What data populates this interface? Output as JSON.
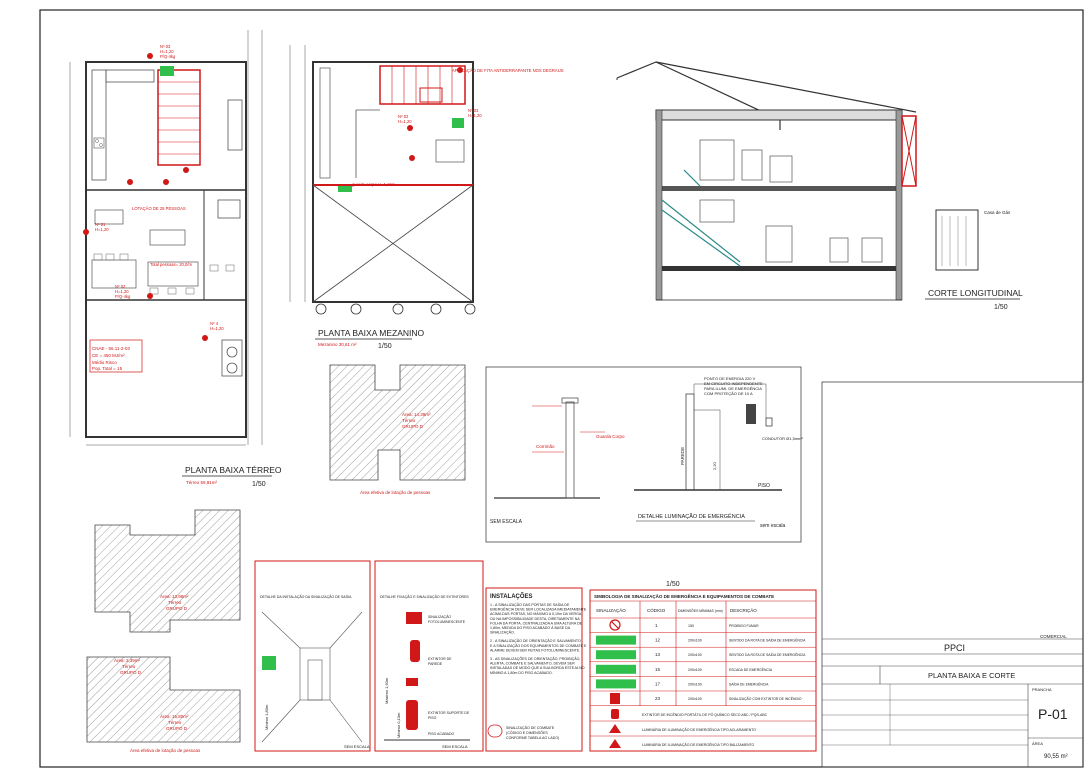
{
  "views": {
    "planta_terreo": {
      "title": "PLANTA BAIXA TÉRREO",
      "scale": "1/50",
      "area": "Térreo 59,91m²"
    },
    "planta_mezanino": {
      "title": "PLANTA BAIXA MEZANINO",
      "scale": "1/50",
      "area": "Mezanino 30,61 m²"
    },
    "corte": {
      "title": "CORTE LONGITUDINAL",
      "scale": "1/50",
      "label_right": "Casa de Gás"
    },
    "area_efetiva_1": {
      "caption": "Área efetiva de lotação de pessoas",
      "label": "Área: 14,39m²\nTérreo\nGRUPO D"
    },
    "area_efetiva_2": {
      "caption": "Área efetiva de lotação de pessoas",
      "label_a": "Área: 13,98m²\nTérreo\nGRUPO D",
      "label_b": "Área: 3,39m²\nTérreo\nGRUPO D",
      "label_c": "Área: 15,80m²\nTérreo\nGRUPO D"
    },
    "detalhe_luminacao": {
      "title": "DETALHE LUMINAÇÃO DE EMERGÊNCIA",
      "scale": "sem escala",
      "note_top": "PONTO DE ENERGIA 220 V\nEM CIRCUITO INDEPENDENTE\nPARA ILUMI. DE EMERGÊNCIA\nCOM PROTEÇÃO DE 10 A",
      "label_parede": "PAREDE",
      "label_piso": "PISO",
      "label_condutor": "CONDUTOR Ø1,5mm²",
      "label_altura": "2,20"
    },
    "detalhe_escada": {
      "scale": "SEM ESCALA",
      "label_a": "Corrimão",
      "label_b": "Guarda Corpo"
    },
    "detalhe_saida": {
      "title": "DETALHE DA INSTALAÇÃO DA SINALIZAÇÃO DE SAÍDA",
      "scale": "SEM ESCALA",
      "dim": "Mínimo 1,80m"
    },
    "detalhe_fixacao": {
      "title": "DETALHE FIXAÇÃO E SINALIZAÇÃO DE EXTINTORES",
      "scale": "SEM ESCALA",
      "lbl1": "SINALIZAÇÃO FOTOLUMINESCENTE",
      "lbl2": "EXTINTOR DE PAREDE",
      "lbl3": "EXTINTOR SUPORTE DE PISO",
      "lbl4": "PISO ACABADO",
      "dim1": "Máximo 1,60m",
      "dim2": "Mínimo 0,10m"
    }
  },
  "instalacoes": {
    "title": "INSTALAÇÕES",
    "p1": "1 - A SINALIZAÇÃO DAS PORTAS DE SAÍDA DE EMERGÊNCIA DEVE SER LOCALIZADA IMEDIATAMENTE ACIMA DAS PORTAS, NO MÁXIMO A 0,10m DA VERGA, OU NA IMPOSSIBILIDADE DESTA, DIRETAMENTE NA FOLHA DA PORTA, CENTRALIZADA A UMA ALTURA DE 1,80m, MEDIDA DO PISO ACABADO À BASE DA SINALIZAÇÃO.",
    "p2": "2 - A SINALIZAÇÃO DE ORIENTAÇÃO E SALVAMENTO E A SINALIZAÇÃO DOS EQUIPAMENTOS DE COMBATE E ALARME DEVEM SER FEITAS FOTOLUMINESCENTE.",
    "p3": "3 - AS SINALIZAÇÕES DE ORIENTAÇÃO, PROIBIÇÃO, ALERTA, COMBATE E SALVAMENTO, DEVEM SER INSTALADAS DE MODO QUE A SUA BORDA ESTEJA NO MÍNIMO A 1,80m DO PISO ACABADO.",
    "legend": "SINALIZAÇÃO DE COMBATE (CÓDIGO E DIMENSÕES CONFORME TABELA AO LADO)"
  },
  "simbologia": {
    "scale": "1/50",
    "title": "SIMBOLOGIA DE SINALIZAÇÃO DE EMERGÊNCIA E EQUIPAMENTOS DE COMBATE",
    "headers": [
      "SINALIZAÇÃO",
      "CÓDIGO",
      "DIMENSÕES MÍNIMAS (mm)",
      "DESCRIÇÃO"
    ],
    "rows": [
      {
        "code": "1",
        "dim": "150",
        "desc": "PROIBIDO FUMAR",
        "icon": "no-smoking-icon"
      },
      {
        "code": "12",
        "dim": "200x100",
        "desc": "SENTIDO DA ROTA DE SAÍDA DE EMERGÊNCIA",
        "icon": "exit-arrow-icon"
      },
      {
        "code": "13",
        "dim": "200x100",
        "desc": "SENTIDO DA ROTA DE SAÍDA DE EMERGÊNCIA",
        "icon": "exit-arrow-icon"
      },
      {
        "code": "15",
        "dim": "200x100",
        "desc": "ESCADA DE EMERGÊNCIA",
        "icon": "exit-stairs-icon"
      },
      {
        "code": "17",
        "dim": "200x100",
        "desc": "SAÍDA DE EMERGÊNCIA",
        "icon": "exit-door-icon"
      },
      {
        "code": "23",
        "dim": "200x100",
        "desc": "SINALIZAÇÃO COM EXTINTOR DE INCÊNDIO",
        "icon": "extinguisher-sign-icon"
      }
    ],
    "extra_rows": [
      "EXTINTOR DE INCÊNDIO PORTÁTIL DE PÓ QUÍMICO SECO ABC / PQS-ABC",
      "LUMINÁRIA DE ILUMINAÇÃO DE EMERGÊNCIA TIPO ACLARAMENTO",
      "LUMINÁRIA DE ILUMINAÇÃO DE EMERGÊNCIA TIPO BALIZAMENTO"
    ]
  },
  "carimbo": {
    "ppci": "PPCI",
    "comercial": "COMERCIAL",
    "sheet_title": "PLANTA BAIXA E CORTE",
    "sheet_no": "P-01",
    "area_label": "ÁREA",
    "area_value": "90,55 m²",
    "prancha_label": "PRANCHA"
  },
  "colors": {
    "line": "#333333",
    "red": "#d01818",
    "green": "#2fbf4a"
  }
}
